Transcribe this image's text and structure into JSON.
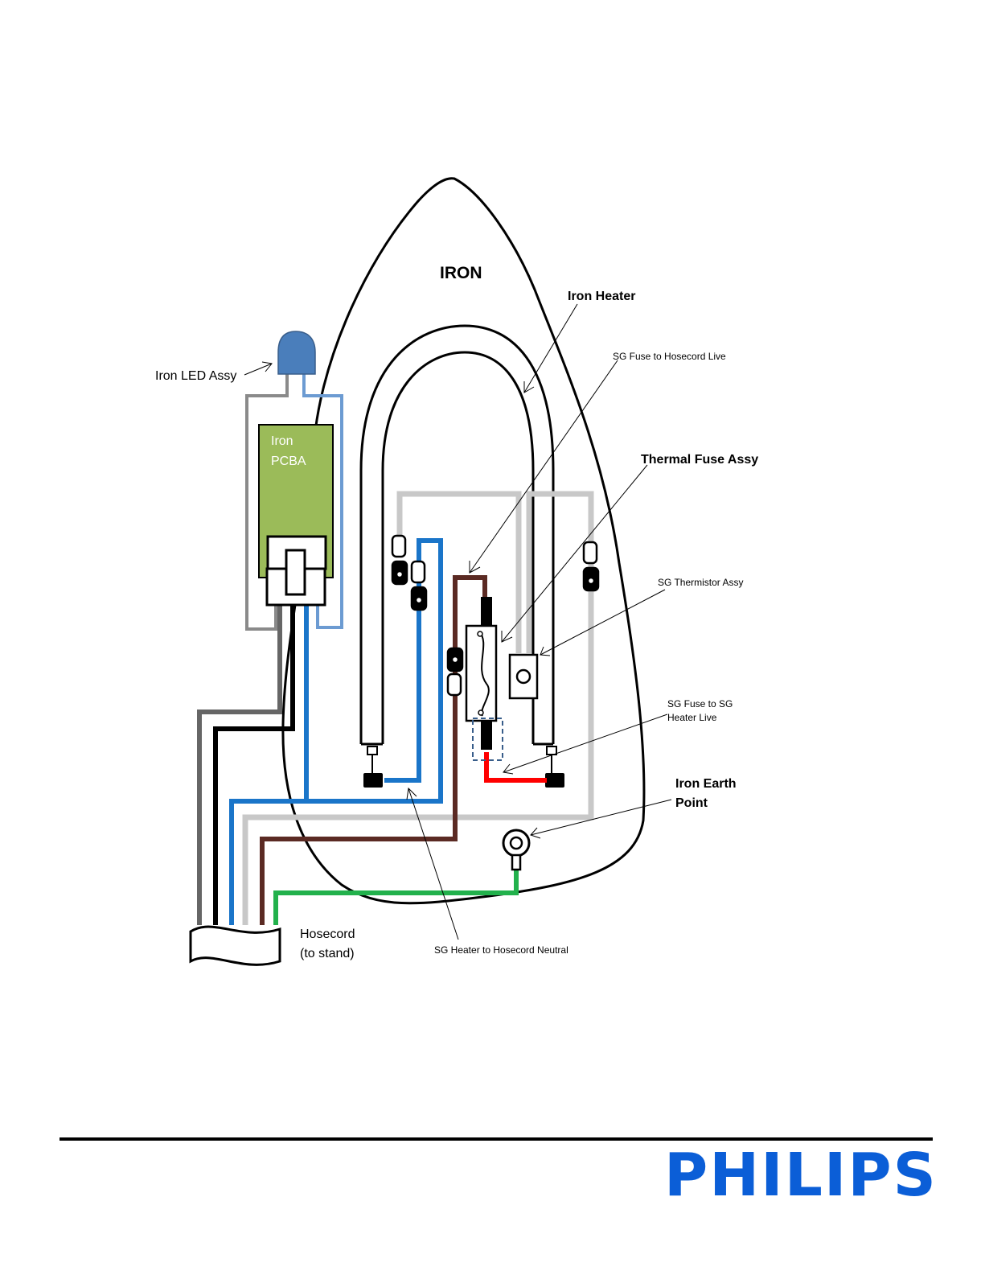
{
  "labels": {
    "iron": "IRON",
    "iron_heater": "Iron Heater",
    "sg_fuse_to_hosecord_live": "SG Fuse to Hosecord Live",
    "thermal_fuse_assy": "Thermal Fuse Assy",
    "sg_thermistor_assy": "SG Thermistor Assy",
    "sg_fuse_to_sg_heater_live_1": "SG Fuse to SG",
    "sg_fuse_to_sg_heater_live_2": "Heater Live",
    "iron_earth_point_1": "Iron Earth",
    "iron_earth_point_2": "Point",
    "iron_led_assy": "Iron LED Assy",
    "pcba_line_1": "Iron",
    "pcba_line_2": "PCBA",
    "hosecord_1": "Hosecord",
    "hosecord_2": "(to stand)",
    "sg_heater_to_hosecord_neutral": "SG Heater to Hosecord Neutral"
  },
  "brand": "PHILIPS",
  "colors": {
    "brand_blue": "#0b5ed7",
    "pcba_green": "#9bbb59",
    "led_blue": "#4a7ebb",
    "wire_blue": "#1a75c9",
    "wire_light_blue": "#6c9bd2",
    "wire_grey": "#c8c8c8",
    "wire_dark_grey": "#666666",
    "wire_black": "#000000",
    "wire_brown": "#5b2a23",
    "wire_red": "#ff0000",
    "wire_green": "#22b14c"
  }
}
